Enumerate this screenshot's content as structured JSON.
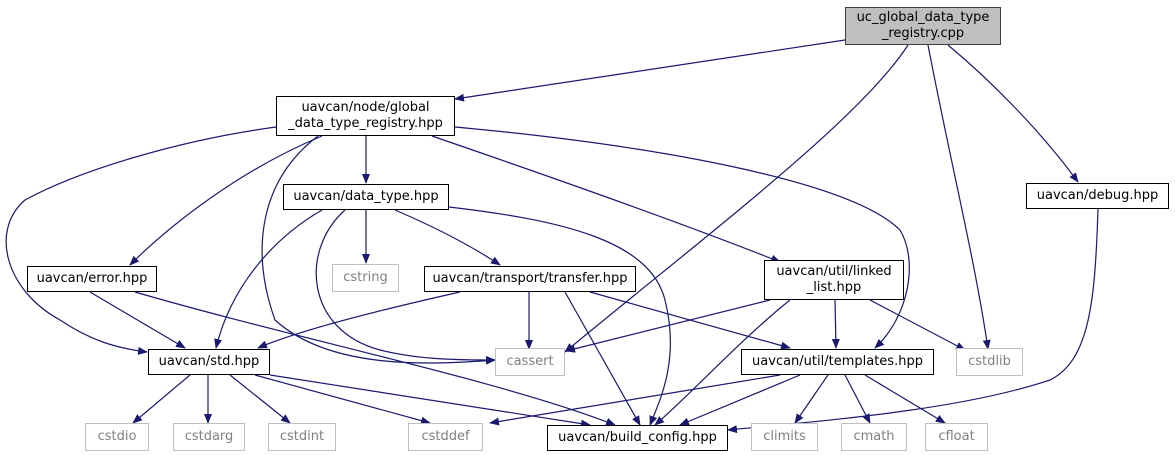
{
  "colors": {
    "edge": "#191970",
    "root_fill": "#bfbfbf",
    "system_border": "#bfbfbf",
    "system_text": "#808080"
  },
  "nodes": {
    "root": "uc_global_data_type\n_registry.cpp",
    "global_registry": "uavcan/node/global\n_data_type_registry.hpp",
    "data_type": "uavcan/data_type.hpp",
    "debug": "uavcan/debug.hpp",
    "error": "uavcan/error.hpp",
    "cstring": "cstring",
    "transfer": "uavcan/transport/transfer.hpp",
    "linked_list": "uavcan/util/linked\n_list.hpp",
    "std": "uavcan/std.hpp",
    "cassert": "cassert",
    "templates": "uavcan/util/templates.hpp",
    "cstdlib": "cstdlib",
    "cstdio": "cstdio",
    "cstdarg": "cstdarg",
    "cstdint": "cstdint",
    "cstddef": "cstddef",
    "build_config": "uavcan/build_config.hpp",
    "climits": "climits",
    "cmath": "cmath",
    "cfloat": "cfloat"
  }
}
